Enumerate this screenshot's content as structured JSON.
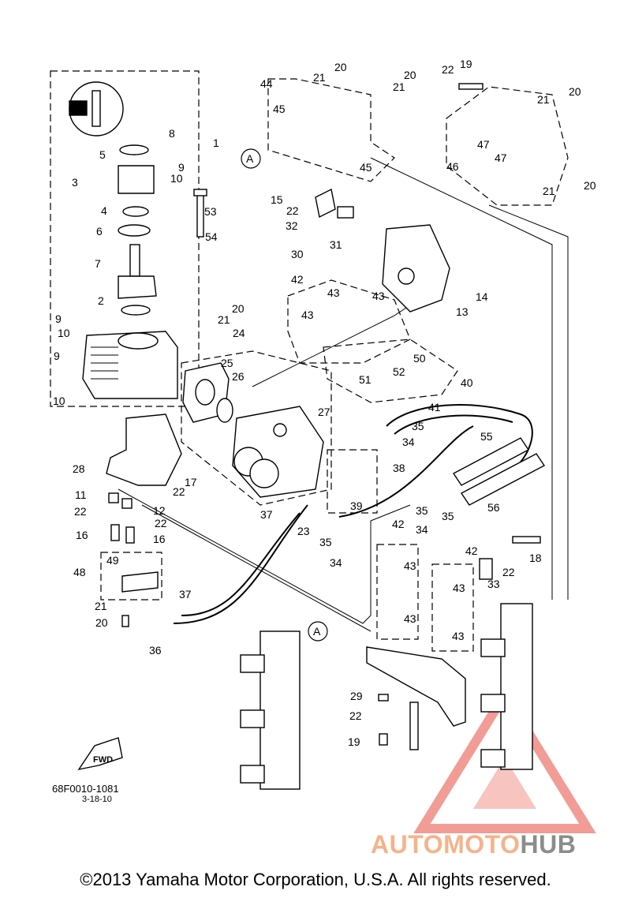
{
  "diagram": {
    "drawing_code": "68F0010-1081",
    "drawing_date": "3-18-10",
    "fwd_label": "FWD",
    "ref_marker": "A",
    "copyright": "©2013 Yamaha Motor Corporation, U.S.A. All rights reserved.",
    "watermark": {
      "part1": "AUTOMOTO",
      "part2": "HUB"
    },
    "colors": {
      "line": "#000000",
      "watermark_triangle": "#f08b84",
      "watermark_text": "#f5b38a",
      "watermark_grey": "#8c8c8c"
    },
    "callouts": [
      "1",
      "2",
      "3",
      "4",
      "5",
      "6",
      "7",
      "8",
      "9",
      "9",
      "9",
      "10",
      "10",
      "10",
      "11",
      "12",
      "13",
      "14",
      "15",
      "16",
      "16",
      "17",
      "18",
      "19",
      "19",
      "20",
      "20",
      "20",
      "20",
      "20",
      "20",
      "21",
      "21",
      "21",
      "21",
      "21",
      "21",
      "22",
      "22",
      "22",
      "22",
      "22",
      "22",
      "22",
      "23",
      "24",
      "25",
      "26",
      "27",
      "28",
      "29",
      "30",
      "31",
      "32",
      "33",
      "34",
      "34",
      "34",
      "35",
      "35",
      "35",
      "35",
      "36",
      "37",
      "37",
      "38",
      "39",
      "40",
      "41",
      "42",
      "42",
      "42",
      "43",
      "43",
      "43",
      "43",
      "43",
      "43",
      "43",
      "44",
      "45",
      "45",
      "46",
      "47",
      "47",
      "48",
      "49",
      "50",
      "51",
      "52",
      "53",
      "54",
      "55",
      "56"
    ]
  }
}
